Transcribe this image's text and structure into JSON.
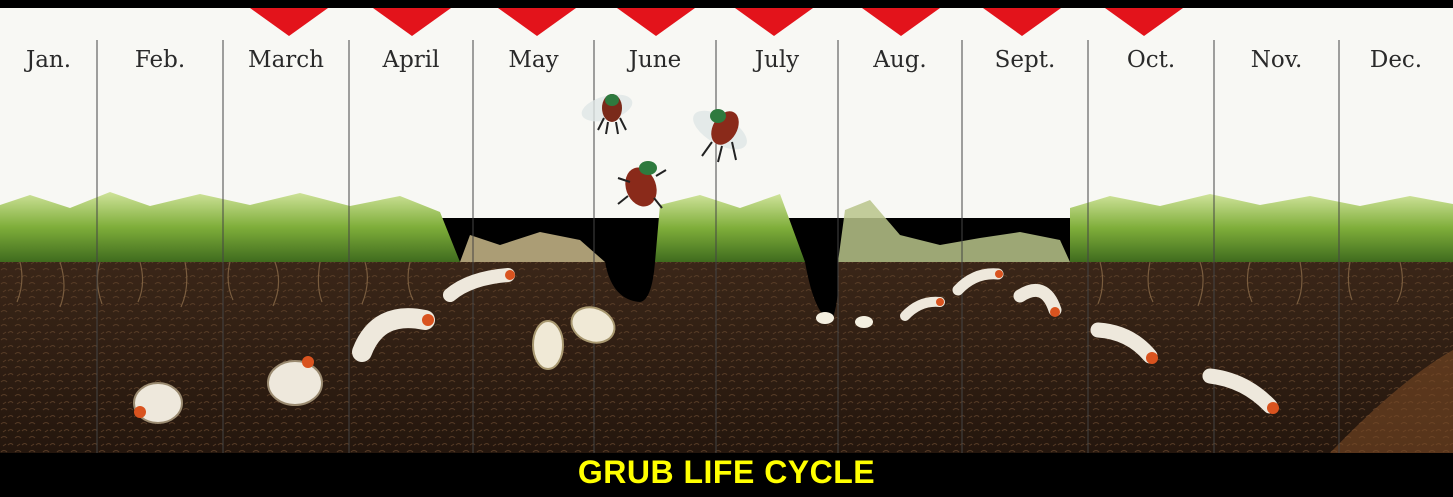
{
  "months": [
    "Jan.",
    "Feb.",
    "March",
    "April",
    "May",
    "June",
    "July",
    "Aug.",
    "Sept.",
    "Oct.",
    "Nov.",
    "Dec."
  ],
  "highlighted_months": [
    "March",
    "April",
    "May",
    "June",
    "July",
    "Aug.",
    "Sept.",
    "Oct."
  ],
  "title": "GRUB LIFE CYCLE",
  "colors": {
    "background": "#000000",
    "sky": "#f8f8f4",
    "soil": "#3a2618",
    "grass": "#7fae3a",
    "marker": "#e3131b",
    "title": "#ffff00"
  }
}
